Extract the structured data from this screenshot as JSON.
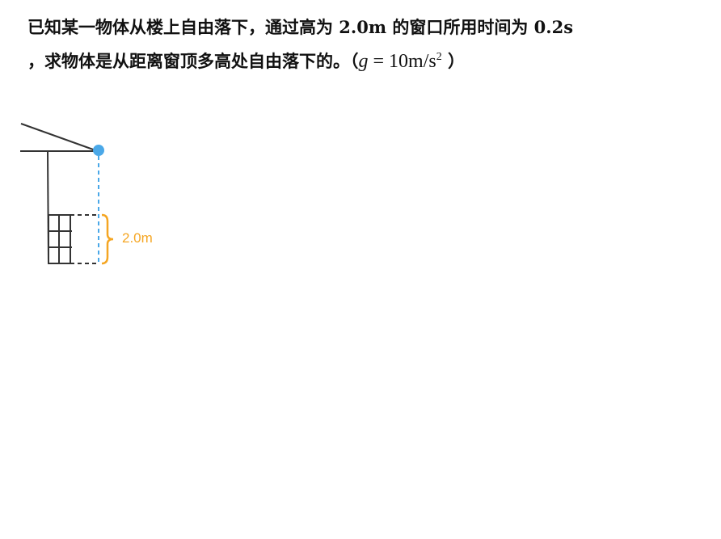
{
  "question": {
    "line1": "已知某一物体从楼上自由落下，通过高为 2.0m 的窗口所用时间为 0.2s",
    "line2_text": "，求物体是从距离窗顶多高处自由落下的。（",
    "formula_g": "g",
    "formula_eq": " = 10m/s",
    "formula_exp": "2",
    "line2_end": " ）"
  },
  "diagram": {
    "window_height_label": "2.0m",
    "colors": {
      "ball": "#4aa8e8",
      "brace": "#f5a623",
      "lines": "#333333"
    }
  }
}
